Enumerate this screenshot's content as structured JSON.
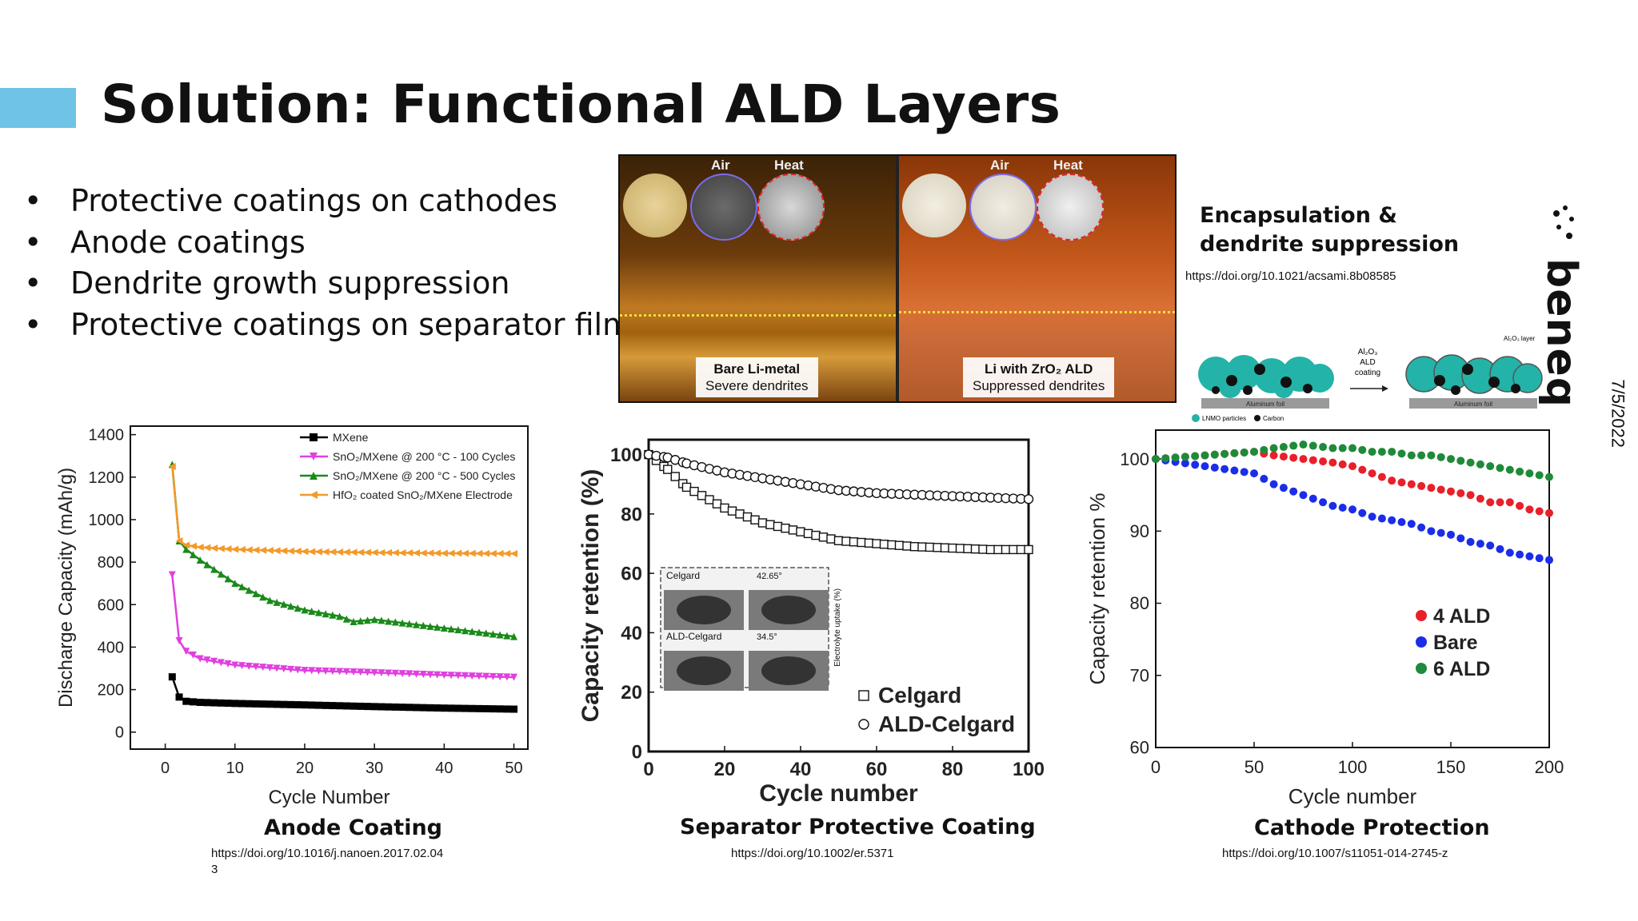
{
  "slide": {
    "title": "Solution: Functional ALD Layers",
    "bullets": [
      "Protective coatings on cathodes",
      "Anode coatings",
      "Dendrite growth suppression",
      "Protective coatings on separator films"
    ],
    "date": "7/5/2022",
    "logo_text": "beneq",
    "accent_color": "#6fc3e6"
  },
  "photo": {
    "left": {
      "air": "Air",
      "heat": "Heat",
      "tag_title": "Bare Li-metal",
      "tag_sub": "Severe dendrites"
    },
    "right": {
      "air": "Air",
      "heat": "Heat",
      "tag_title": "Li with ZrO₂ ALD",
      "tag_sub": "Suppressed dendrites"
    }
  },
  "encapsulation": {
    "line1": "Encapsulation &",
    "line2": "dendrite suppression",
    "doi": "https://doi.org/10.1021/acsami.8b08585",
    "schematic": {
      "process_label_1": "Al₂O₃",
      "process_label_2": "ALD",
      "process_label_3": "coating",
      "layer_label": "Al₂O₃ layer",
      "foil_label": "Aluminum foil",
      "legend_lnmo": "LNMO particles",
      "legend_carbon": "Carbon"
    }
  },
  "captions": {
    "anode": {
      "title": "Anode Coating",
      "doi_line1": "https://doi.org/10.1016/j.nanoen.2017.02.04",
      "doi_line2": "3"
    },
    "separator": {
      "title": "Separator Protective Coating",
      "doi": "https://doi.org/10.1002/er.5371"
    },
    "cathode": {
      "title": "Cathode Protection",
      "doi": "https://doi.org/10.1007/s11051-014-2745-z"
    }
  },
  "inset": {
    "celgard": "Celgard",
    "celgard_angle": "42.65°",
    "ald_celgard": "ALD-Celgard",
    "ald_angle": "34.5°",
    "side_label": "Electrolyte uptake (%)"
  },
  "chart_data": [
    {
      "type": "line",
      "title": "",
      "xlabel": "Cycle Number",
      "ylabel": "Discharge Capacity (mAh/g)",
      "xlim": [
        -5,
        52
      ],
      "ylim": [
        -80,
        1440
      ],
      "xticks": [
        0,
        10,
        20,
        30,
        40,
        50
      ],
      "yticks": [
        0,
        200,
        400,
        600,
        800,
        1000,
        1200,
        1400
      ],
      "legend": "top-right",
      "series": [
        {
          "name": "MXene",
          "color": "#000000",
          "marker": "square",
          "x": [
            1,
            2,
            3,
            5,
            10,
            20,
            30,
            40,
            50
          ],
          "y": [
            260,
            165,
            145,
            140,
            135,
            128,
            120,
            113,
            108
          ]
        },
        {
          "name": "SnO₂/MXene @ 200 °C - 100 Cycles",
          "color": "#e040e0",
          "marker": "triangle-down",
          "x": [
            1,
            2,
            3,
            5,
            10,
            20,
            30,
            40,
            50
          ],
          "y": [
            740,
            430,
            380,
            345,
            315,
            290,
            280,
            268,
            258
          ]
        },
        {
          "name": "SnO₂/MXene @ 200 °C - 500 Cycles",
          "color": "#1a8a1a",
          "marker": "triangle-up",
          "x": [
            1,
            2,
            3,
            5,
            10,
            15,
            20,
            25,
            27,
            30,
            40,
            50
          ],
          "y": [
            1260,
            900,
            860,
            810,
            700,
            620,
            575,
            545,
            520,
            530,
            490,
            450
          ]
        },
        {
          "name": "HfO₂ coated SnO₂/MXene Electrode",
          "color": "#f39a2a",
          "marker": "triangle-left",
          "x": [
            1,
            2,
            3,
            5,
            10,
            20,
            30,
            40,
            50
          ],
          "y": [
            1250,
            900,
            880,
            870,
            860,
            850,
            845,
            842,
            840
          ]
        }
      ]
    },
    {
      "type": "scatter",
      "title": "",
      "xlabel": "Cycle number",
      "ylabel": "Capacity retention (%)",
      "xlim": [
        0,
        100
      ],
      "ylim": [
        0,
        105
      ],
      "xticks": [
        0,
        20,
        40,
        60,
        80,
        100
      ],
      "yticks": [
        0,
        20,
        40,
        60,
        80,
        100
      ],
      "legend": "bottom-right",
      "series": [
        {
          "name": "Celgard",
          "marker": "square-open",
          "x": [
            0,
            5,
            10,
            20,
            30,
            40,
            50,
            60,
            70,
            80,
            90,
            100
          ],
          "y": [
            100,
            95,
            89,
            82,
            77,
            74,
            71,
            70,
            69,
            68.5,
            68,
            68
          ]
        },
        {
          "name": "ALD-Celgard",
          "marker": "circle-open",
          "x": [
            0,
            5,
            10,
            20,
            30,
            40,
            50,
            60,
            70,
            80,
            90,
            100
          ],
          "y": [
            100,
            99,
            97,
            94,
            92,
            90,
            88,
            87,
            86.5,
            86,
            85.5,
            85
          ]
        }
      ]
    },
    {
      "type": "scatter",
      "title": "",
      "xlabel": "Cycle number",
      "ylabel": "Capacity retention %",
      "xlim": [
        0,
        200
      ],
      "ylim": [
        60,
        104
      ],
      "xticks": [
        0,
        50,
        100,
        150,
        200
      ],
      "yticks": [
        60,
        70,
        80,
        90,
        100
      ],
      "legend": "center-right",
      "series": [
        {
          "name": "4 ALD",
          "color": "#e8202a",
          "x": [
            0,
            25,
            50,
            60,
            75,
            90,
            100,
            110,
            120,
            130,
            140,
            150,
            160,
            170,
            180,
            190,
            200
          ],
          "y": [
            100,
            100.5,
            101,
            100.5,
            100,
            99.5,
            99,
            98,
            97,
            96.5,
            96,
            95.5,
            95,
            94,
            94,
            93,
            92.5
          ]
        },
        {
          "name": "Bare",
          "color": "#1b2de8",
          "x": [
            0,
            25,
            50,
            60,
            75,
            90,
            100,
            110,
            120,
            130,
            140,
            150,
            160,
            170,
            180,
            190,
            200
          ],
          "y": [
            100,
            99,
            98,
            96.5,
            95,
            93.5,
            93,
            92,
            91.5,
            91,
            90,
            89.5,
            88.5,
            88,
            87,
            86.5,
            86
          ]
        },
        {
          "name": "6 ALD",
          "color": "#1f8a3a",
          "x": [
            0,
            25,
            50,
            60,
            75,
            90,
            100,
            110,
            120,
            130,
            140,
            150,
            160,
            170,
            180,
            190,
            200
          ],
          "y": [
            100,
            100.5,
            101,
            101.5,
            102,
            101.5,
            101.5,
            101,
            101,
            100.5,
            100.5,
            100,
            99.5,
            99,
            98.5,
            98,
            97.5
          ]
        }
      ]
    }
  ]
}
